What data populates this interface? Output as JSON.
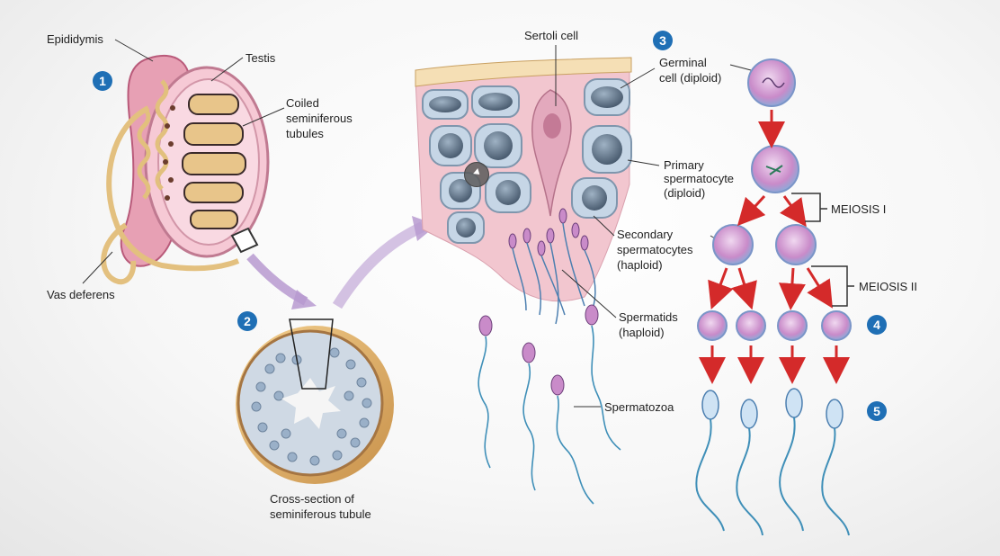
{
  "labels": {
    "epididymis": "Epididymis",
    "testis": "Testis",
    "coiled_1": "Coiled",
    "coiled_2": "seminiferous",
    "coiled_3": "tubules",
    "vas_deferens": "Vas deferens",
    "cross_1": "Cross-section of",
    "cross_2": "seminiferous tubule",
    "sertoli": "Sertoli cell",
    "germinal_1": "Germinal",
    "germinal_2": "cell (diploid)",
    "primary_1": "Primary",
    "primary_2": "spermatocyte",
    "primary_3": "(diploid)",
    "secondary_1": "Secondary",
    "secondary_2": "spermatocytes",
    "secondary_3": "(haploid)",
    "spermatids_1": "Spermatids",
    "spermatids_2": "(haploid)",
    "spermatozoa": "Spermatozoa",
    "meiosis1": "MEIOSIS I",
    "meiosis2": "MEIOSIS II"
  },
  "steps": [
    "1",
    "2",
    "3",
    "4",
    "5"
  ],
  "colors": {
    "step_badge": "#1f6fb5",
    "arrow_red": "#d42a2a",
    "cell_purple": "#c98bc9",
    "tissue_pink": "#f2c6cf",
    "tubule_tan": "#e8c58a",
    "arrow_purple": "#b79ad0"
  }
}
